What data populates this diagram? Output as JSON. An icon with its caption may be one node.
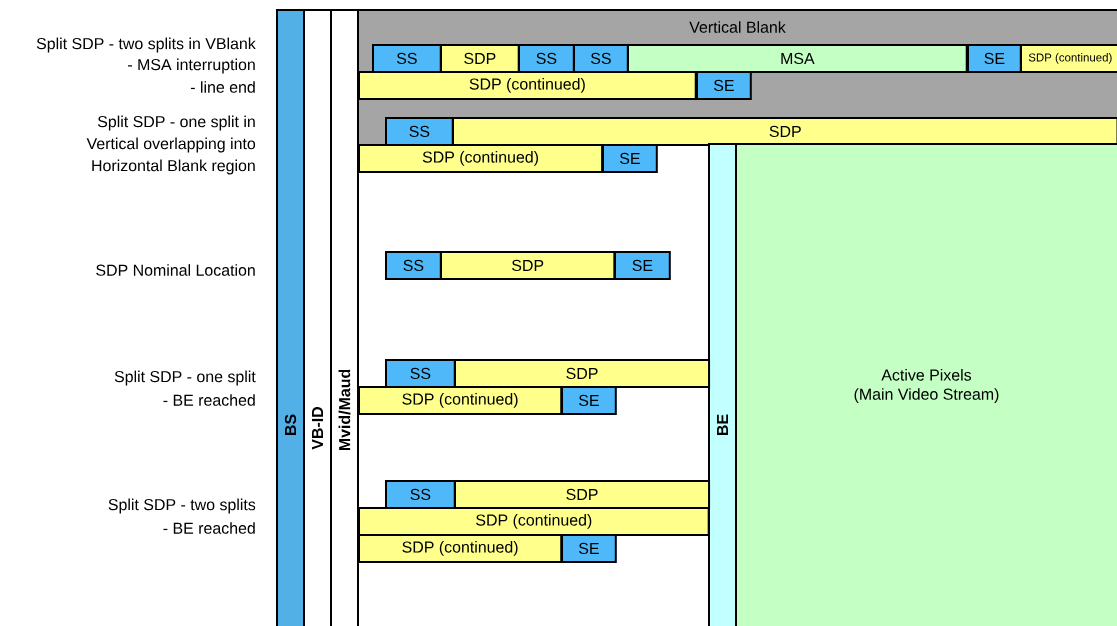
{
  "diagram": {
    "nodes": [
      {
        "text": [
          "BS"
        ]
      },
      {
        "text": [
          "VB-ID"
        ]
      },
      {
        "text": [
          "Mvid/Maud"
        ]
      },
      {
        "text": [
          "Vertical Blank"
        ]
      },
      {
        "text": [
          "SS"
        ],
        "in": 3
      },
      {
        "text": [
          "SDP"
        ],
        "in": 3
      },
      {
        "text": [
          "SS"
        ],
        "in": 3
      },
      {
        "text": [
          "SS"
        ],
        "in": 3
      },
      {
        "text": [
          "MSA"
        ],
        "in": 3
      },
      {
        "text": [
          "SE"
        ],
        "in": 3
      },
      {
        "text": [
          "SDP (continued)"
        ],
        "in": 3
      },
      {
        "text": [
          "SDP (continued)"
        ],
        "in": 3
      },
      {
        "text": [
          "SE"
        ],
        "in": 3
      },
      {
        "text": [
          "SS"
        ],
        "in": 3
      },
      {
        "text": [
          "SDP"
        ],
        "in": 3
      },
      {
        "text": [
          "SDP (continued)"
        ]
      },
      {
        "text": [
          "SE"
        ]
      },
      {
        "text": [
          "BE"
        ]
      },
      {
        "text": [
          "Active Pixels",
          "(Main Video Stream)"
        ]
      },
      {
        "text": [
          "SS"
        ]
      },
      {
        "text": [
          "SDP"
        ]
      },
      {
        "text": [
          "SE"
        ]
      },
      {
        "text": [
          "SS"
        ]
      },
      {
        "text": [
          "SDP"
        ]
      },
      {
        "text": [
          "SDP (continued)"
        ]
      },
      {
        "text": [
          "SE"
        ]
      },
      {
        "text": [
          "SS"
        ]
      },
      {
        "text": [
          "SDP"
        ]
      },
      {
        "text": [
          "SDP (continued)"
        ]
      },
      {
        "text": [
          "SDP (continued)"
        ]
      },
      {
        "text": [
          "SE"
        ]
      }
    ],
    "labels": [
      "Split SDP - two splits in VBlank",
      "- MSA interruption",
      "- line end",
      "Split SDP - one split in",
      "Vertical overlapping into",
      "Horizontal Blank region",
      "SDP Nominal Location",
      "Split SDP - one split",
      "- BE reached",
      "Split SDP - two splits",
      "- BE reached"
    ]
  }
}
